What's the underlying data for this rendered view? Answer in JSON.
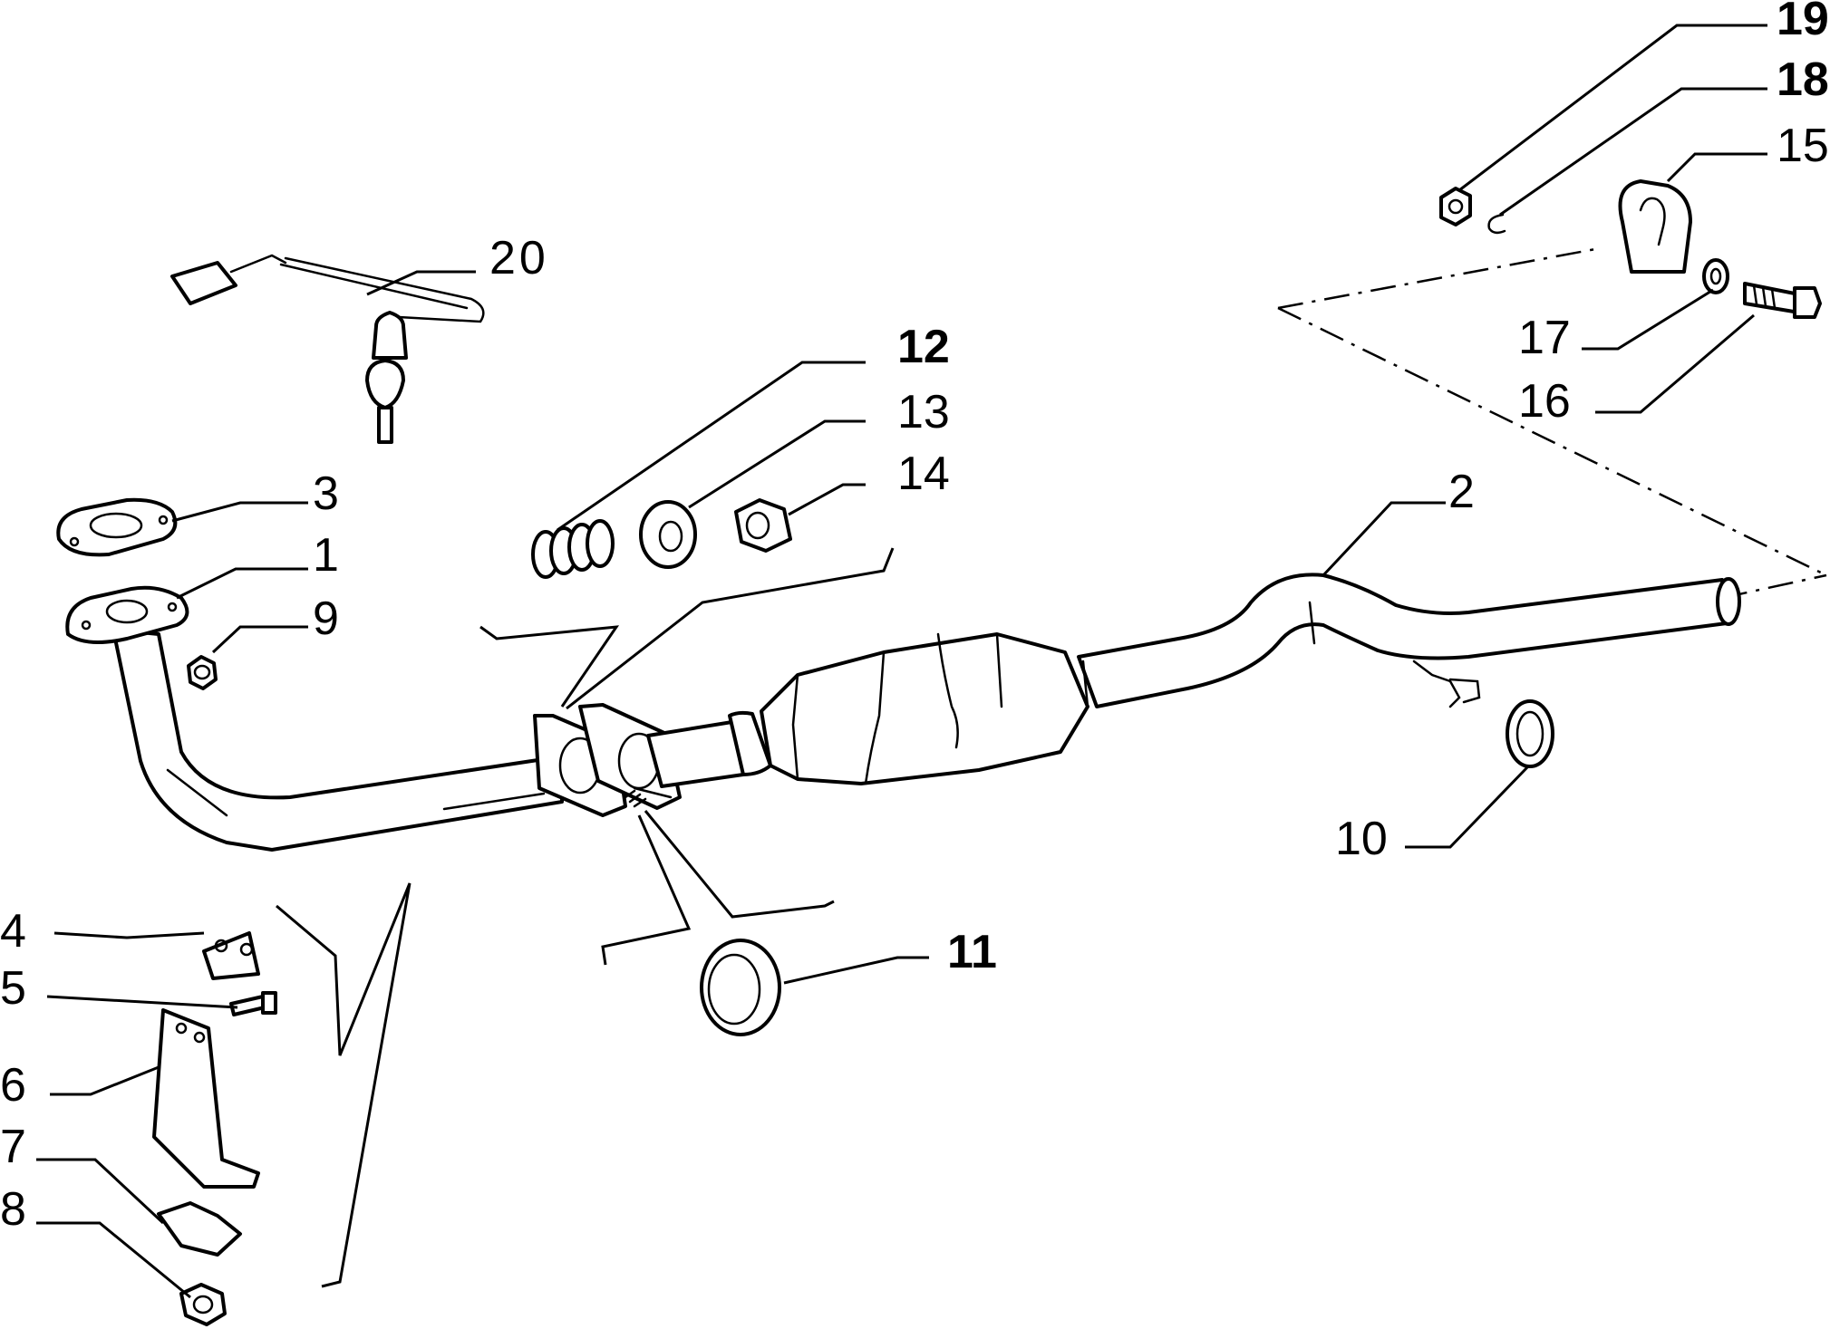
{
  "callouts": {
    "n1": "1",
    "n2": "2",
    "n3": "3",
    "n4": "4",
    "n5": "5",
    "n6": "6",
    "n7": "7",
    "n8": "8",
    "n9": "9",
    "n10": "10",
    "n11": "11",
    "n12": "12",
    "n13": "13",
    "n14": "14",
    "n15": "15",
    "n16": "16",
    "n17": "17",
    "n18": "18",
    "n19": "19",
    "n20": "20"
  }
}
